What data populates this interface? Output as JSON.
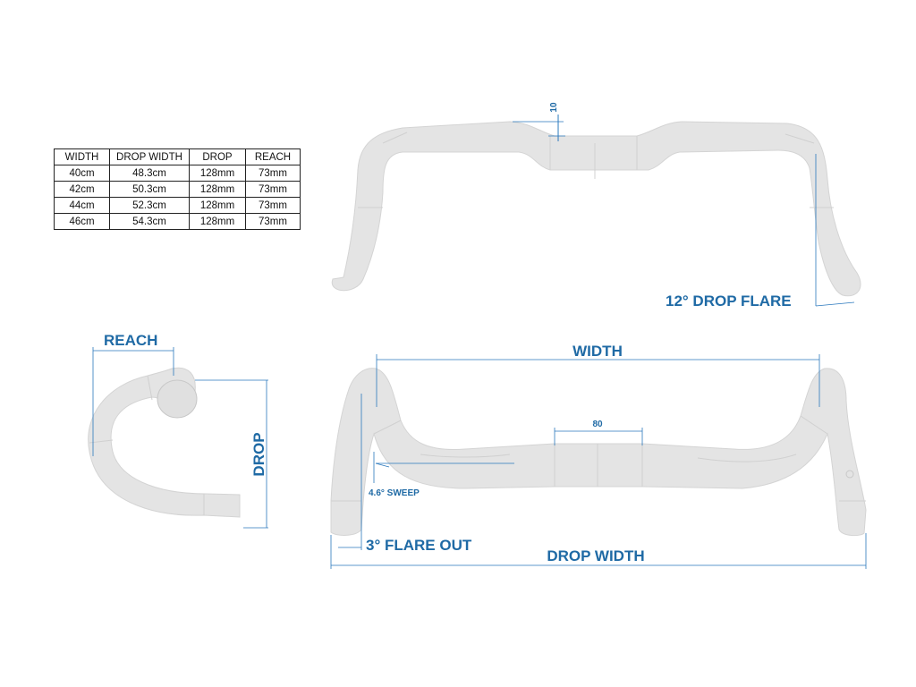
{
  "table": {
    "headers": [
      "WIDTH",
      "DROP WIDTH",
      "DROP",
      "REACH"
    ],
    "rows": [
      [
        "40cm",
        "48.3cm",
        "128mm",
        "73mm"
      ],
      [
        "42cm",
        "50.3cm",
        "128mm",
        "73mm"
      ],
      [
        "44cm",
        "52.3cm",
        "128mm",
        "73mm"
      ],
      [
        "46cm",
        "54.3cm",
        "128mm",
        "73mm"
      ]
    ]
  },
  "labels": {
    "rise": "10",
    "drop_flare": "12° DROP FLARE",
    "reach": "REACH",
    "drop": "DROP",
    "width": "WIDTH",
    "clamp": "80",
    "sweep": "4.6° SWEEP",
    "flare_out": "3° FLARE OUT",
    "drop_width": "DROP WIDTH"
  },
  "colors": {
    "label": "#1f6aa5",
    "dimension_line": "#2a78bd",
    "tube_fill": "#e4e4e4",
    "tube_edge": "#d4d4d4",
    "table_border": "#222222"
  }
}
